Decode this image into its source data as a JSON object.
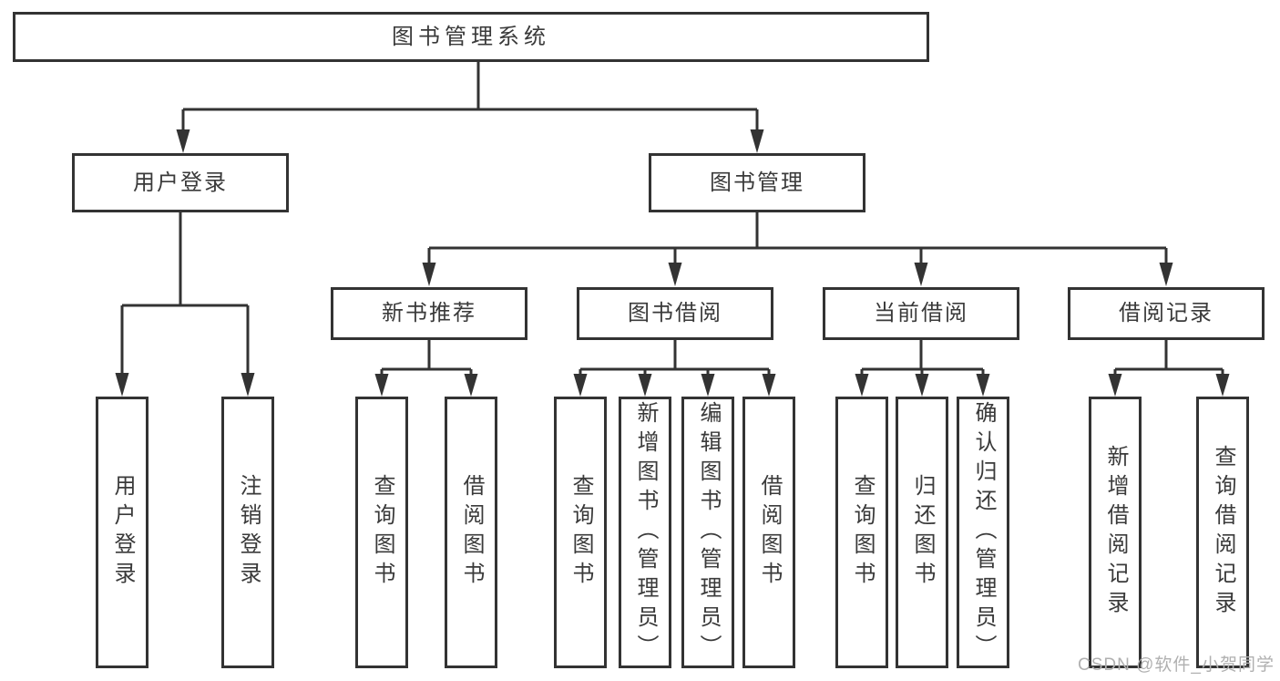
{
  "diagram": {
    "type": "hierarchy-tree",
    "tree": {
      "label": "图书管理系统",
      "children": [
        {
          "label": "用户登录",
          "children": [
            {
              "label": "用户登录"
            },
            {
              "label": "注销登录"
            }
          ]
        },
        {
          "label": "图书管理",
          "children": [
            {
              "label": "新书推荐",
              "children": [
                {
                  "label": "查询图书"
                },
                {
                  "label": "借阅图书"
                }
              ]
            },
            {
              "label": "图书借阅",
              "children": [
                {
                  "label": "查询图书"
                },
                {
                  "label": "新增图书（管理员）"
                },
                {
                  "label": "编辑图书（管理员）"
                },
                {
                  "label": "借阅图书"
                }
              ]
            },
            {
              "label": "当前借阅",
              "children": [
                {
                  "label": "查询图书"
                },
                {
                  "label": "归还图书"
                },
                {
                  "label": "确认归还（管理员）"
                }
              ]
            },
            {
              "label": "借阅记录",
              "children": [
                {
                  "label": "新增借阅记录"
                },
                {
                  "label": "查询借阅记录"
                }
              ]
            }
          ]
        }
      ]
    }
  },
  "watermark": "CSDN @软件_小贺同学",
  "colors": {
    "line": "#333333",
    "box_border": "#333333",
    "box_bg": "#ffffff",
    "text": "#3a3a3a",
    "watermark": "#b0b0b0"
  }
}
